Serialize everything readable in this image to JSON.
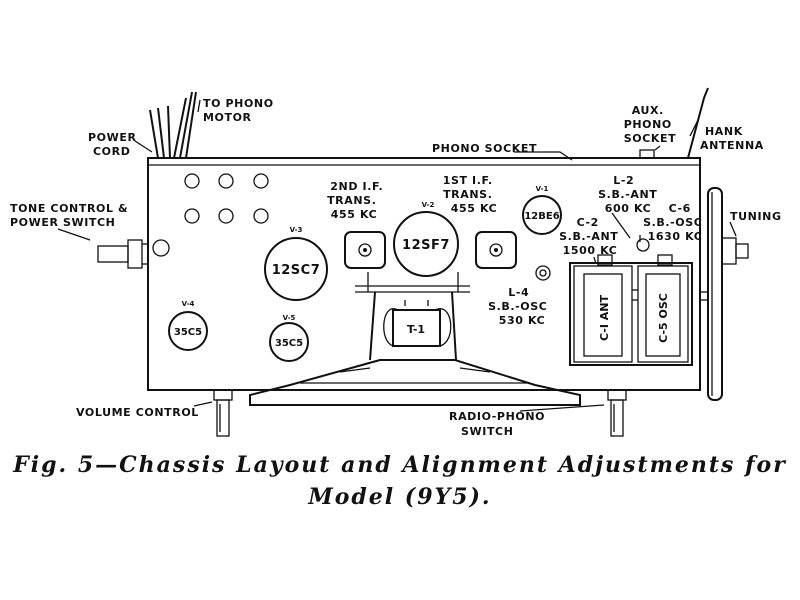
{
  "figure": {
    "caption_line1": "Fig. 5—Chassis Layout and Alignment Adjustments for",
    "caption_line2": "Model (9Y5)."
  },
  "labels": {
    "to_phono_motor": [
      "TO PHONO",
      "MOTOR"
    ],
    "power_cord": [
      "POWER",
      "CORD"
    ],
    "phono_socket": "PHONO SOCKET",
    "aux_phono_socket": [
      "AUX.",
      "PHONO",
      "SOCKET"
    ],
    "hank_antenna": [
      "HANK",
      "ANTENNA"
    ],
    "tone_control": [
      "TONE CONTROL &",
      "POWER SWITCH"
    ],
    "tuning": "TUNING",
    "volume_control": "VOLUME CONTROL",
    "radio_phono_switch": [
      "RADIO-PHONO",
      "SWITCH"
    ],
    "second_if": [
      "2ND I.F.",
      "TRANS.",
      "455 KC"
    ],
    "first_if": [
      "1ST I.F.",
      "TRANS.",
      "455 KC"
    ],
    "l2": [
      "L-2",
      "S.B.-ANT",
      "600 KC"
    ],
    "c2": [
      "C-2",
      "S.B.-ANT",
      "1500 KC"
    ],
    "c6": [
      "C-6",
      "S.B.-OSC",
      "1630 KC"
    ],
    "l4": [
      "L-4",
      "S.B.-OSC",
      "530 KC"
    ]
  },
  "tubes": {
    "v1": {
      "pos": "V-1",
      "type": "12BE6"
    },
    "v2": {
      "pos": "V-2",
      "type": "12SF7"
    },
    "v3": {
      "pos": "V-3",
      "type": "12SC7"
    },
    "v4": {
      "pos": "V-4",
      "type": "35C5"
    },
    "v5": {
      "pos": "V-5",
      "type": "35C5"
    }
  },
  "components": {
    "t1": "T-1",
    "c1_ant": "C-I ANT",
    "c5_osc": "C-5 OSC"
  }
}
